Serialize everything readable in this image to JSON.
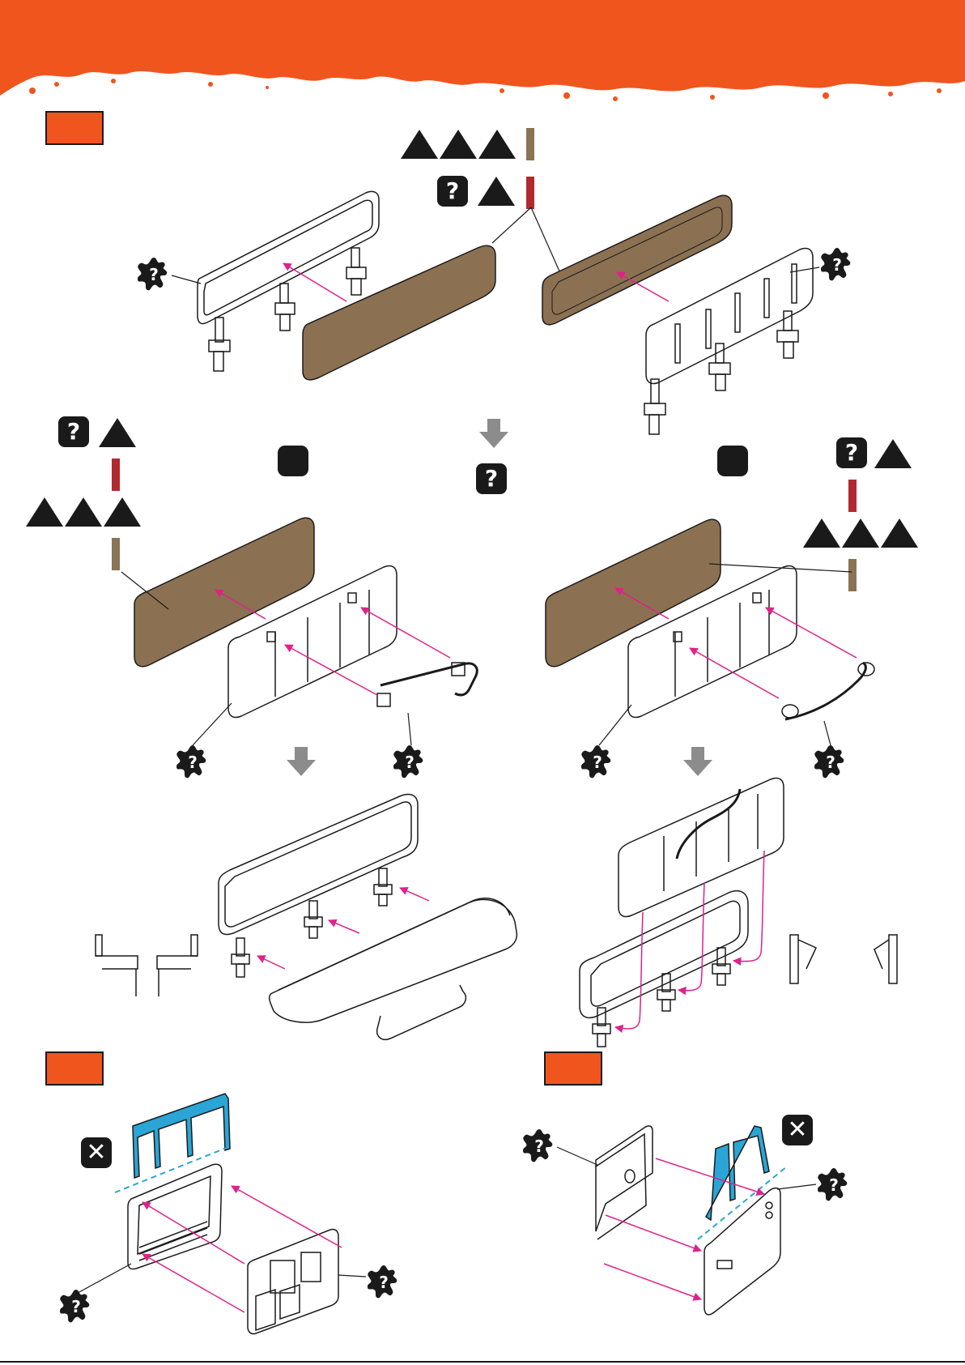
{
  "colors": {
    "accent": "#f0551e",
    "ink": "#1a1a1a",
    "tan": "#8b7355",
    "red": "#b02a2f",
    "magenta": "#e0218a",
    "blue": "#2aa5d6",
    "panel": "#8b7152",
    "gray": "#8c8c8c"
  },
  "header": {
    "banner": "orange-torn-banner"
  },
  "glyphs": {
    "question": "?",
    "cross": "✕"
  },
  "icons": {
    "question_badge": "question-badge-icon",
    "cross_badge": "cross-badge-icon",
    "callout": "ink-splat-callout-icon",
    "triangle": "triangle-icon",
    "assembly_arrow": "down-arrow-icon"
  },
  "steps": [
    {
      "id": "step-1"
    },
    {
      "id": "step-2"
    },
    {
      "id": "step-3"
    }
  ]
}
